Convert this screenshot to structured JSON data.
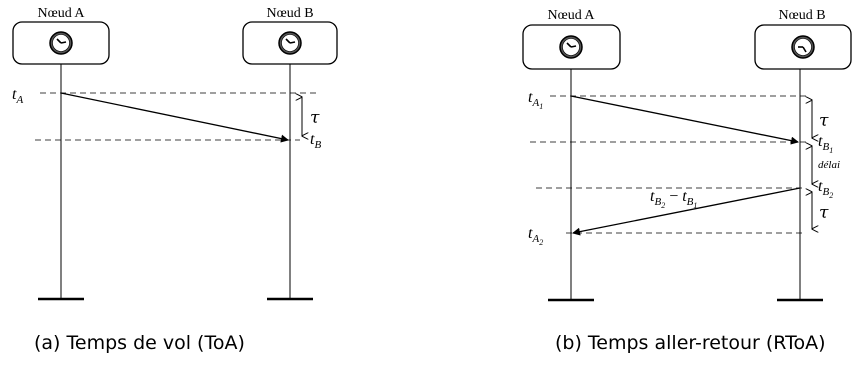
{
  "panel_a": {
    "node_left": "Nœud A",
    "node_right": "Nœud B",
    "t_a": {
      "base": "t",
      "sub": "A"
    },
    "t_b": {
      "base": "t",
      "sub": "B"
    },
    "tau": "τ",
    "caption": "(a)  Temps de vol (ToA)"
  },
  "panel_b": {
    "node_left": "Nœud A",
    "node_right": "Nœud B",
    "t_a1": {
      "base": "t",
      "sub": "A",
      "subsub": "1"
    },
    "t_b1": {
      "base": "t",
      "sub": "B",
      "subsub": "1"
    },
    "t_b2": {
      "base": "t",
      "sub": "B",
      "subsub": "2"
    },
    "t_a2": {
      "base": "t",
      "sub": "A",
      "subsub": "2"
    },
    "tau_top": "τ",
    "tau_bottom": "τ",
    "delay": "délai",
    "diff": {
      "base1": "t",
      "sub1": "B",
      "subsub1": "2",
      "minus": " − ",
      "base2": "t",
      "sub2": "B",
      "subsub2": "1"
    },
    "caption": "(b)  Temps aller-retour (RToA)"
  }
}
